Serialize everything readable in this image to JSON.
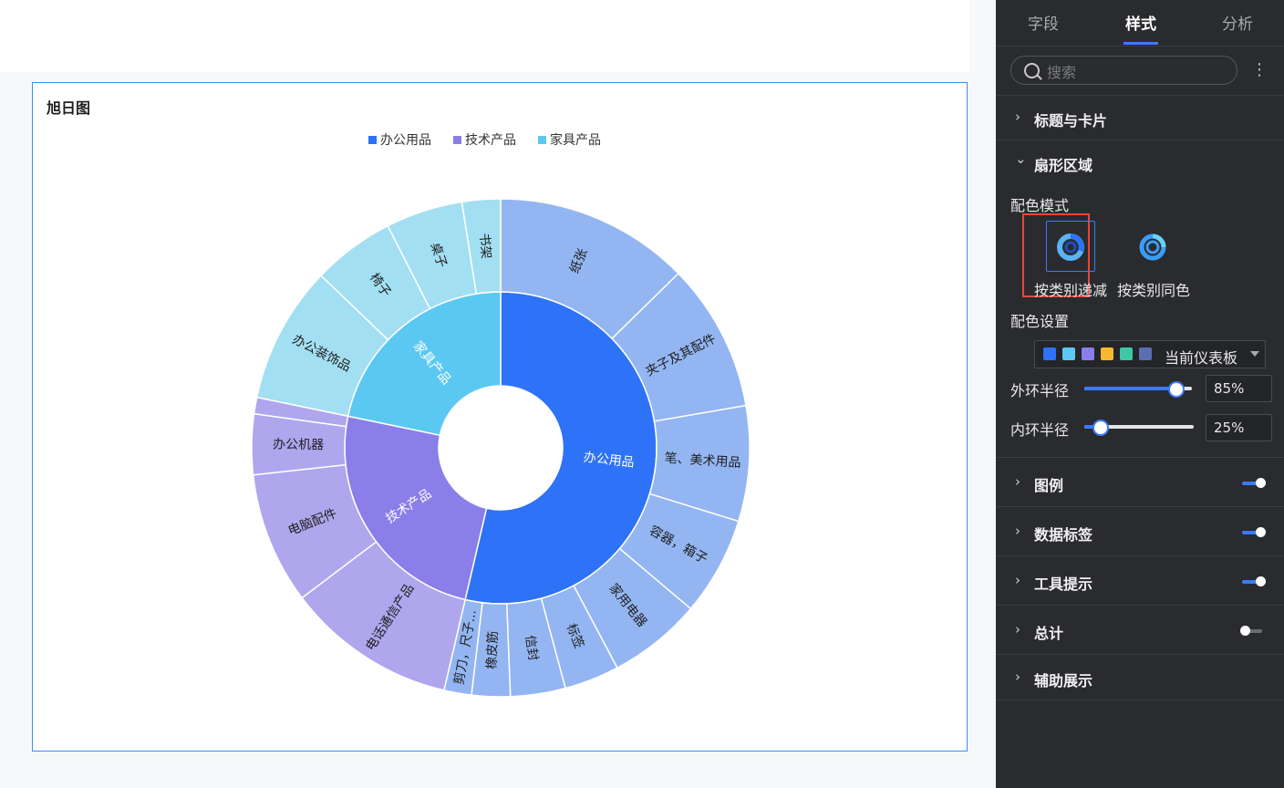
{
  "card": {
    "title": "旭日图",
    "legend": [
      {
        "label": "办公用品",
        "color": "#2e72f7"
      },
      {
        "label": "技术产品",
        "color": "#8a7ee9"
      },
      {
        "label": "家具产品",
        "color": "#5bc8f2"
      }
    ]
  },
  "chart_data": {
    "type": "sunburst",
    "inner_radius": "25%",
    "outer_radius": "85%",
    "categories": [
      {
        "name": "办公用品",
        "color": "#2e72f7",
        "child_color": "#93b5f2",
        "children": [
          {
            "name": "纸张",
            "value": 71
          },
          {
            "name": "夹子及其配件",
            "value": 54
          },
          {
            "name": "笔、美术用品",
            "value": 42
          },
          {
            "name": "容器，箱子",
            "value": 36
          },
          {
            "name": "家用电器",
            "value": 34
          },
          {
            "name": "标签",
            "value": 20
          },
          {
            "name": "信封",
            "value": 20
          },
          {
            "name": "橡皮筋",
            "value": 14
          },
          {
            "name": "剪刀，尺子...",
            "value": 10
          }
        ]
      },
      {
        "name": "技术产品",
        "color": "#8a7ee9",
        "child_color": "#afa6ee",
        "children": [
          {
            "name": "电话通信产品",
            "value": 62
          },
          {
            "name": "电脑配件",
            "value": 48
          },
          {
            "name": "办公机器",
            "value": 22
          },
          {
            "name": "",
            "value": 6
          }
        ]
      },
      {
        "name": "家具产品",
        "color": "#5bc8f2",
        "child_color": "#a3dff2",
        "children": [
          {
            "name": "办公装饰品",
            "value": 50
          },
          {
            "name": "椅子",
            "value": 30
          },
          {
            "name": "桌子",
            "value": 28
          },
          {
            "name": "书架",
            "value": 14
          }
        ]
      }
    ]
  },
  "panel": {
    "tabs": [
      "字段",
      "样式",
      "分析"
    ],
    "search_placeholder": "搜索",
    "more_glyph": "⋮",
    "chevron_collapsed": "›",
    "chevron_expanded": "⌄",
    "sections": {
      "title_card": "标题与卡片",
      "sector_area": "扇形区域",
      "legend": "图例",
      "data_labels": "数据标签",
      "tooltip": "工具提示",
      "total": "总计",
      "auxiliary": "辅助展示"
    },
    "color_mode": {
      "label": "配色模式",
      "options": [
        "按类别递减",
        "按类别同色"
      ]
    },
    "color_settings": {
      "label": "配色设置",
      "palette": [
        "#2e72f7",
        "#5bc8f2",
        "#8a7ee9",
        "#f7b731",
        "#3ec7a6",
        "#5a6fb0"
      ],
      "scheme": "当前仪表板"
    },
    "outer_radius": {
      "label": "外环半径",
      "value": "85%",
      "level": 0.85
    },
    "inner_radius": {
      "label": "内环半径",
      "value": "25%",
      "level": 0.25
    },
    "toggles": {
      "legend": true,
      "data_labels": true,
      "tooltip": true,
      "total": false
    }
  }
}
